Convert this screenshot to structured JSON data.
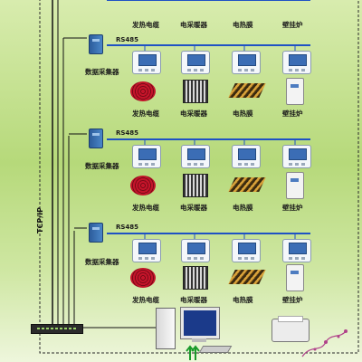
{
  "devices": {
    "cable": "发热电缆",
    "electric_heater": "电采暖器",
    "heating_film": "电热膜",
    "wall_boiler": "壁挂炉"
  },
  "collector_label": "数据采集器",
  "rs485_label": "RS485",
  "network_label": "TCP/IP",
  "icons": [
    "thermostat-icon",
    "heating-cable-icon",
    "electric-heater-icon",
    "heating-film-icon",
    "wall-boiler-icon",
    "data-collector-icon",
    "network-switch-icon",
    "computer-icon",
    "printer-icon"
  ]
}
